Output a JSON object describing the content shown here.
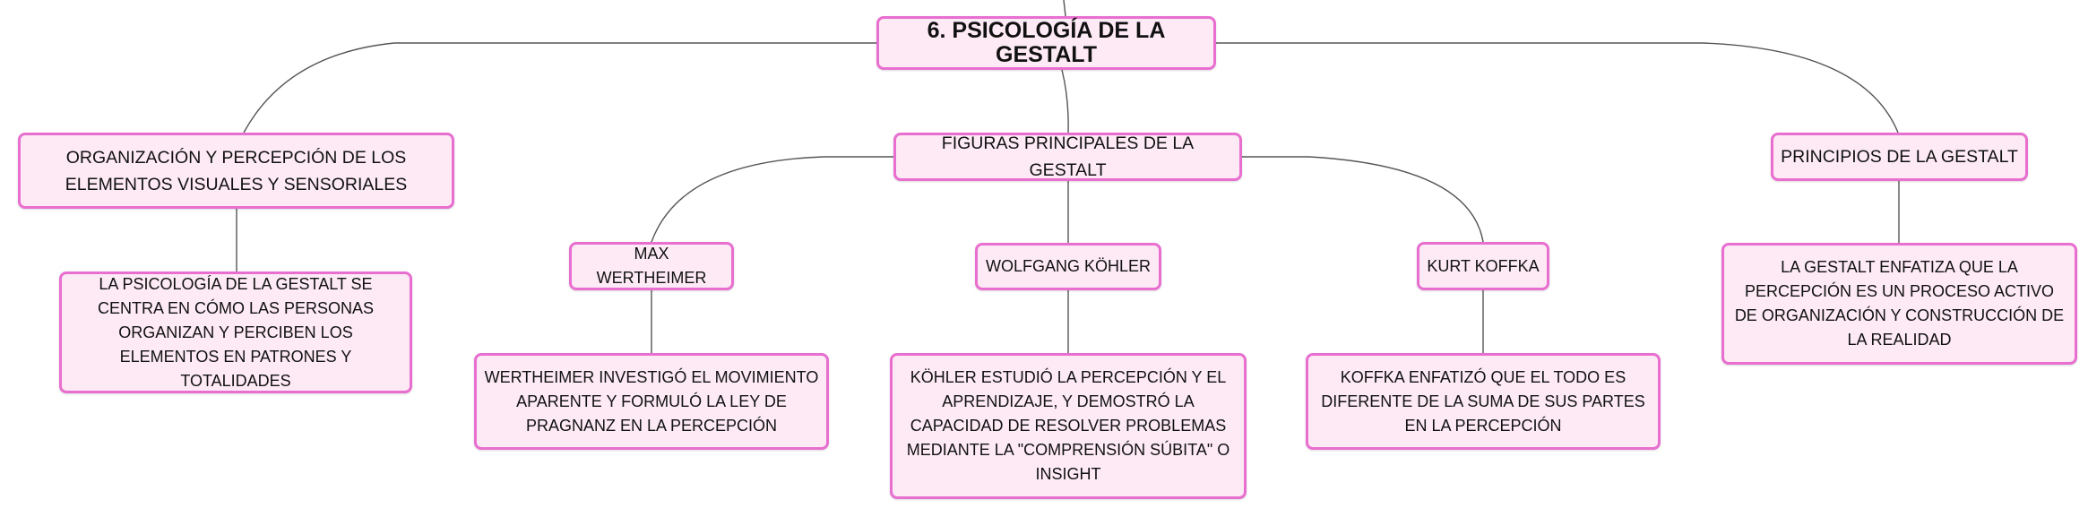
{
  "root": {
    "label": "6. PSICOLOGÍA DE LA GESTALT"
  },
  "branches": {
    "organizacion": {
      "label": "ORGANIZACIÓN Y PERCEPCIÓN DE LOS ELEMENTOS VISUALES Y SENSORIALES",
      "detail": "LA PSICOLOGÍA DE LA GESTALT SE CENTRA EN CÓMO LAS PERSONAS ORGANIZAN Y PERCIBEN LOS ELEMENTOS EN PATRONES Y TOTALIDADES"
    },
    "figuras": {
      "label": "FIGURAS PRINCIPALES DE LA GESTALT",
      "wertheimer": {
        "label": "MAX WERTHEIMER",
        "detail": "WERTHEIMER INVESTIGÓ EL MOVIMIENTO APARENTE Y FORMULÓ LA LEY DE PRAGNANZ EN LA PERCEPCIÓN"
      },
      "kohler": {
        "label": "WOLFGANG KÖHLER",
        "detail": "KÖHLER ESTUDIÓ LA PERCEPCIÓN Y EL APRENDIZAJE, Y DEMOSTRÓ LA CAPACIDAD DE RESOLVER PROBLEMAS MEDIANTE LA \"COMPRENSIÓN SÚBITA\" O INSIGHT"
      },
      "koffka": {
        "label": "KURT KOFFKA",
        "detail": "KOFFKA ENFATIZÓ QUE EL TODO ES DIFERENTE DE LA SUMA DE SUS PARTES EN LA PERCEPCIÓN"
      }
    },
    "principios": {
      "label": "PRINCIPIOS DE LA GESTALT",
      "detail": "LA GESTALT ENFATIZA QUE LA PERCEPCIÓN ES UN PROCESO ACTIVO DE ORGANIZACIÓN Y CONSTRUCCIÓN DE LA REALIDAD"
    }
  },
  "colors": {
    "node_fill": "#fdeaf5",
    "node_border": "#e86fcf",
    "connector": "#555555"
  }
}
